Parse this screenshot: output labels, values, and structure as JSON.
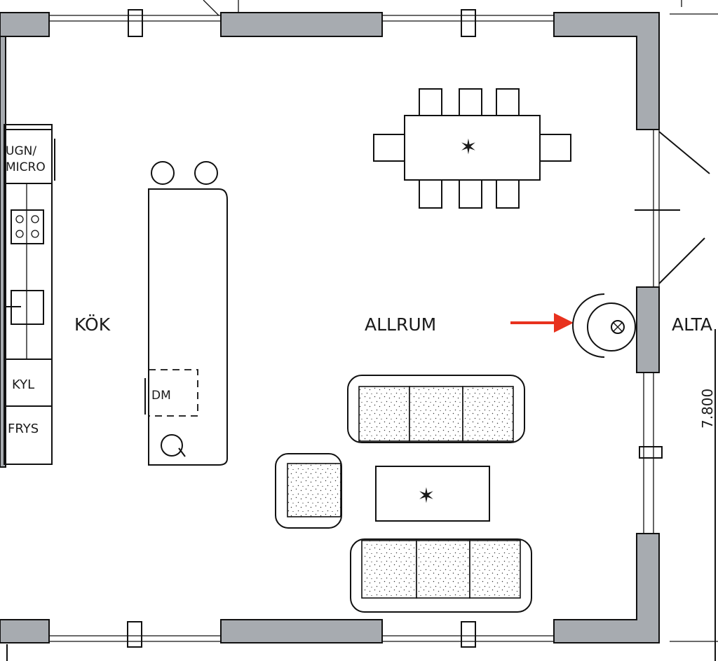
{
  "labels": {
    "oven": [
      "UGN/",
      "MICRO"
    ],
    "fridge": "KYL",
    "freezer": "FRYS",
    "kitchen": "KÖK",
    "dishwasher": "DM",
    "living_room": "ALLRUM",
    "patio": "ALTA",
    "dimension": "7.800"
  },
  "colors": {
    "wall": "#a7abb0",
    "arrow": "#e8321e",
    "ink": "#111111"
  }
}
